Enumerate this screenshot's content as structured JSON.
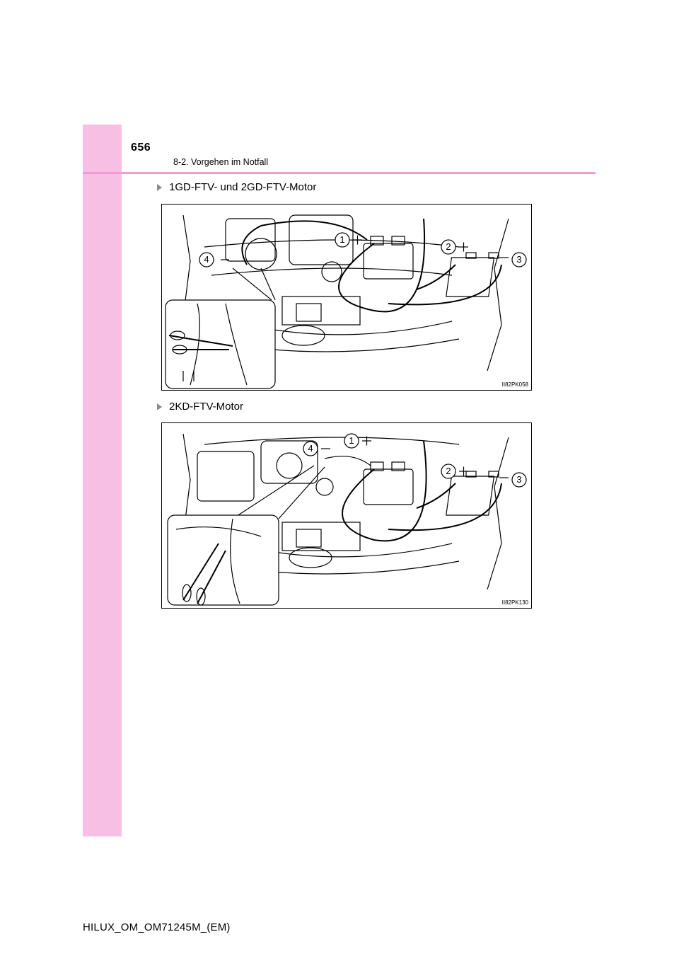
{
  "header": {
    "page_number": "656",
    "section_title": "8-2. Vorgehen im Notfall"
  },
  "figures": [
    {
      "heading": "1GD-FTV- und 2GD-FTV-Motor",
      "code": "II82PK058",
      "labels": [
        "1",
        "2",
        "3",
        "4"
      ]
    },
    {
      "heading": "2KD-FTV-Motor",
      "code": "II82PK130",
      "labels": [
        "1",
        "2",
        "3",
        "4"
      ]
    }
  ],
  "footer": {
    "doc_id": "HILUX_OM_OM71245M_(EM)"
  },
  "colors": {
    "side_band": "#f7bfe4",
    "header_rule": "#f19ad3"
  }
}
